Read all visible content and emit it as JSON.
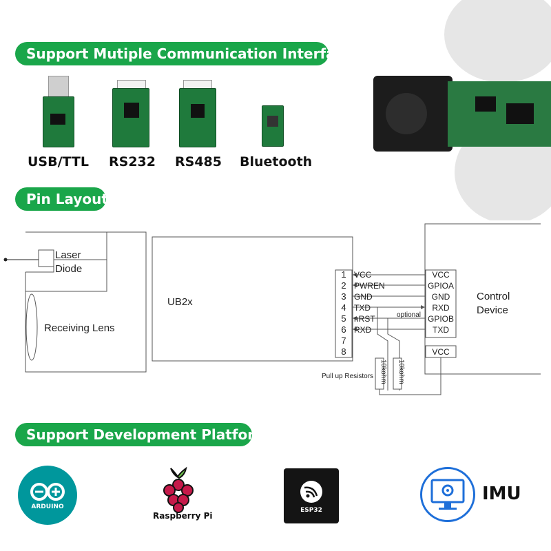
{
  "headers": {
    "interfaces": "Support Mutiple Communication Interface",
    "pin_layout": "Pin Layout",
    "platforms": "Support Development Platform"
  },
  "modules": [
    {
      "label": "USB/TTL"
    },
    {
      "label": "RS232"
    },
    {
      "label": "RS485"
    },
    {
      "label": "Bluetooth"
    }
  ],
  "diagram": {
    "sensor_labels": {
      "laser_line1": "Laser",
      "laser_line2": "Diode",
      "receiving_lens": "Receiving Lens",
      "module_name": "UB2x"
    },
    "pins": [
      {
        "num": "1",
        "name": "VCC"
      },
      {
        "num": "2",
        "name": "PWREN"
      },
      {
        "num": "3",
        "name": "GND"
      },
      {
        "num": "4",
        "name": "TXD"
      },
      {
        "num": "5",
        "name": "nRST"
      },
      {
        "num": "6",
        "name": "RXD"
      },
      {
        "num": "7",
        "name": ""
      },
      {
        "num": "8",
        "name": ""
      }
    ],
    "device_pins": [
      "VCC",
      "GPIOA",
      "GND",
      "RXD",
      "GPIOB",
      "TXD"
    ],
    "device_vcc": "VCC",
    "device_title_line1": "Control",
    "device_title_line2": "Device",
    "optional_label": "optional",
    "pullup_label": "Pull up Resistors",
    "resistor1": "10kohm",
    "resistor2": "10kohm"
  },
  "platforms": {
    "arduino": "ARDUINO",
    "raspberry": "Raspberry Pi",
    "esp32": "ESP32",
    "imu": "IMU"
  },
  "colors": {
    "header_green": "#1aa64a",
    "pcb_green": "#1f7a3c",
    "arduino_teal": "#00979c",
    "imu_blue": "#1e6fd9",
    "raspberry_red": "#c51a4a"
  }
}
